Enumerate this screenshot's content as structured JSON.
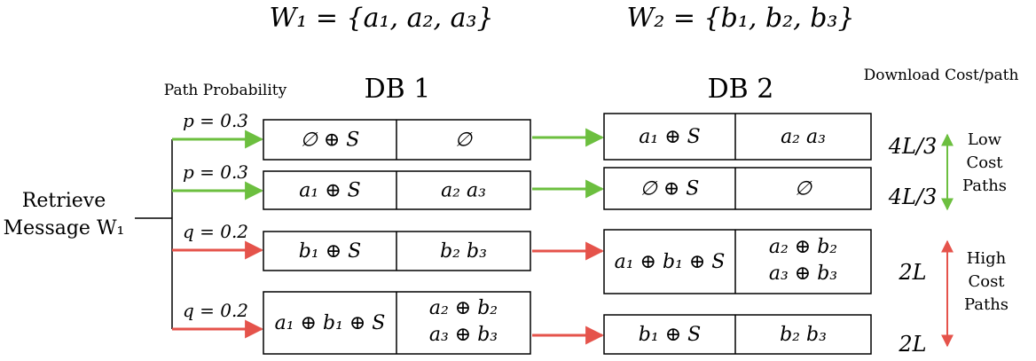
{
  "set_w1": "W₁ = {a₁, a₂, a₃}",
  "set_w2": "W₂ = {b₁, b₂, b₃}",
  "db1_title": "DB 1",
  "db2_title": "DB 2",
  "path_probability_label": "Path Probability",
  "download_cost_label": "Download Cost/path",
  "retrieve_line1": "Retrieve",
  "retrieve_line2": "Message W₁",
  "colors": {
    "low_cost": "#6cbf3f",
    "high_cost": "#e5534b",
    "line": "#000000"
  },
  "paths": [
    {
      "prob": "p = 0.3",
      "db1": {
        "left": "∅ ⊕ S",
        "right_lines": [
          "∅"
        ]
      },
      "db2": {
        "left": "a₁ ⊕ S",
        "right_lines": [
          "a₂    a₃"
        ]
      },
      "cost": "4L/3",
      "type": "low"
    },
    {
      "prob": "p = 0.3",
      "db1": {
        "left": "a₁ ⊕ S",
        "right_lines": [
          "a₂      a₃"
        ]
      },
      "db2": {
        "left": "∅ ⊕ S",
        "right_lines": [
          "∅"
        ]
      },
      "cost": "4L/3",
      "type": "low"
    },
    {
      "prob": "q = 0.2",
      "db1": {
        "left": "b₁ ⊕ S",
        "right_lines": [
          "b₂      b₃"
        ]
      },
      "db2": {
        "left": "a₁ ⊕ b₁ ⊕ S",
        "right_lines": [
          "a₂ ⊕ b₂",
          "a₃ ⊕ b₃"
        ]
      },
      "cost": "2L",
      "type": "high"
    },
    {
      "prob": "q = 0.2",
      "db1": {
        "left": "a₁ ⊕ b₁ ⊕ S",
        "right_lines": [
          "a₂ ⊕ b₂",
          "a₃ ⊕ b₃"
        ]
      },
      "db2": {
        "left": "b₁ ⊕ S",
        "right_lines": [
          "b₂    b₃"
        ]
      },
      "cost": "2L",
      "type": "high"
    }
  ],
  "low_cost_label": [
    "Low",
    "Cost",
    "Paths"
  ],
  "high_cost_label": [
    "High",
    "Cost",
    "Paths"
  ]
}
